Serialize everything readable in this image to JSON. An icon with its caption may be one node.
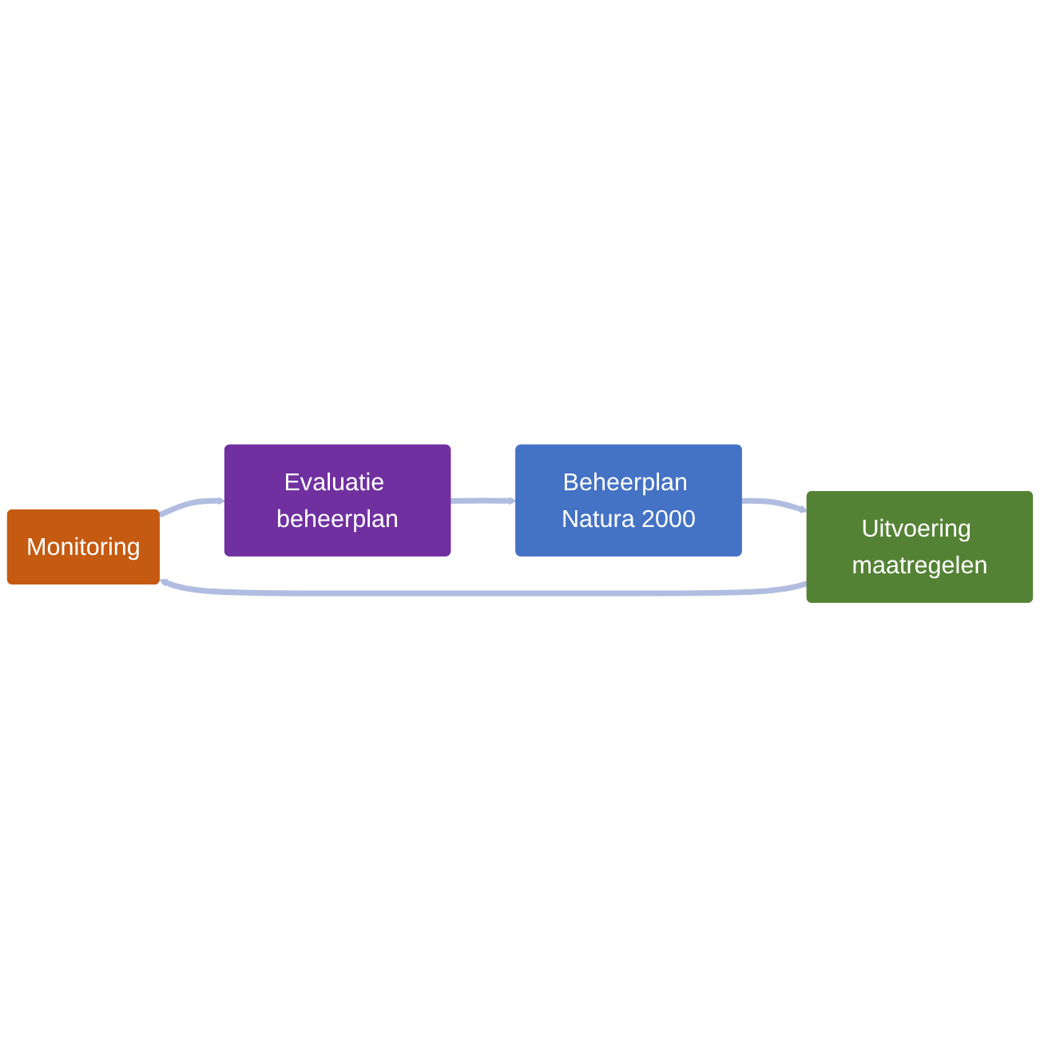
{
  "diagram": {
    "nodes": [
      {
        "text": [
          "Monitoring"
        ]
      },
      {
        "text": [
          "Evaluatie beheerplan"
        ]
      },
      {
        "text": [
          "Uitvoering maatregelen"
        ]
      },
      {
        "text": [
          "Beheerplan Natura 2000"
        ]
      }
    ],
    "edges": [
      {
        "from": 0,
        "to": 1,
        "arrow": "to"
      },
      {
        "from": 1,
        "to": 3,
        "arrow": "to"
      },
      {
        "from": 3,
        "to": 2,
        "arrow": "to"
      },
      {
        "from": 2,
        "to": 0,
        "arrow": "to"
      }
    ]
  }
}
